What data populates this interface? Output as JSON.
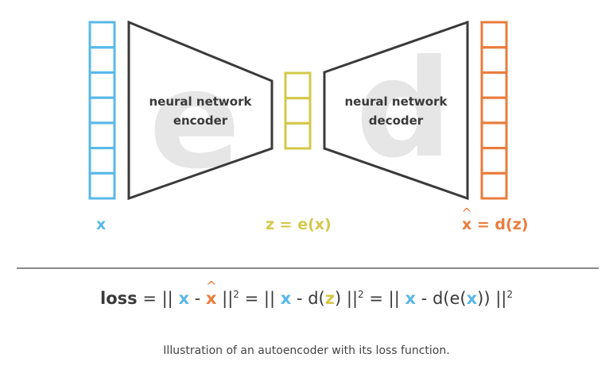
{
  "colors": {
    "input": "#5ab8e8",
    "latent": "#d4c84a",
    "output": "#ea7c3c",
    "network_stroke": "#3a3a3a",
    "watermark": "#e6e6e6",
    "divider": "#8a8a8a"
  },
  "diagram": {
    "input_column": {
      "cells": 7
    },
    "latent_column": {
      "cells": 3
    },
    "output_column": {
      "cells": 7
    },
    "encoder": {
      "line1": "neural network",
      "line2": "encoder",
      "watermark": "e"
    },
    "decoder": {
      "line1": "neural network",
      "line2": "decoder",
      "watermark": "d"
    }
  },
  "labels": {
    "input": "x",
    "latent": "z = e(x)",
    "output_hat": "x",
    "output_rest": " = d(z)"
  },
  "loss": {
    "word": "loss",
    "eq": " = ",
    "open": "|| ",
    "x": "x",
    "minus": " - ",
    "xhat": "x",
    "close": " ||",
    "sq": "2",
    "d_open": "d(",
    "z": "z",
    "d_close": ")",
    "de_open": "d(e(",
    "de_close": "))"
  },
  "caption": "Illustration of an autoencoder with its loss function."
}
